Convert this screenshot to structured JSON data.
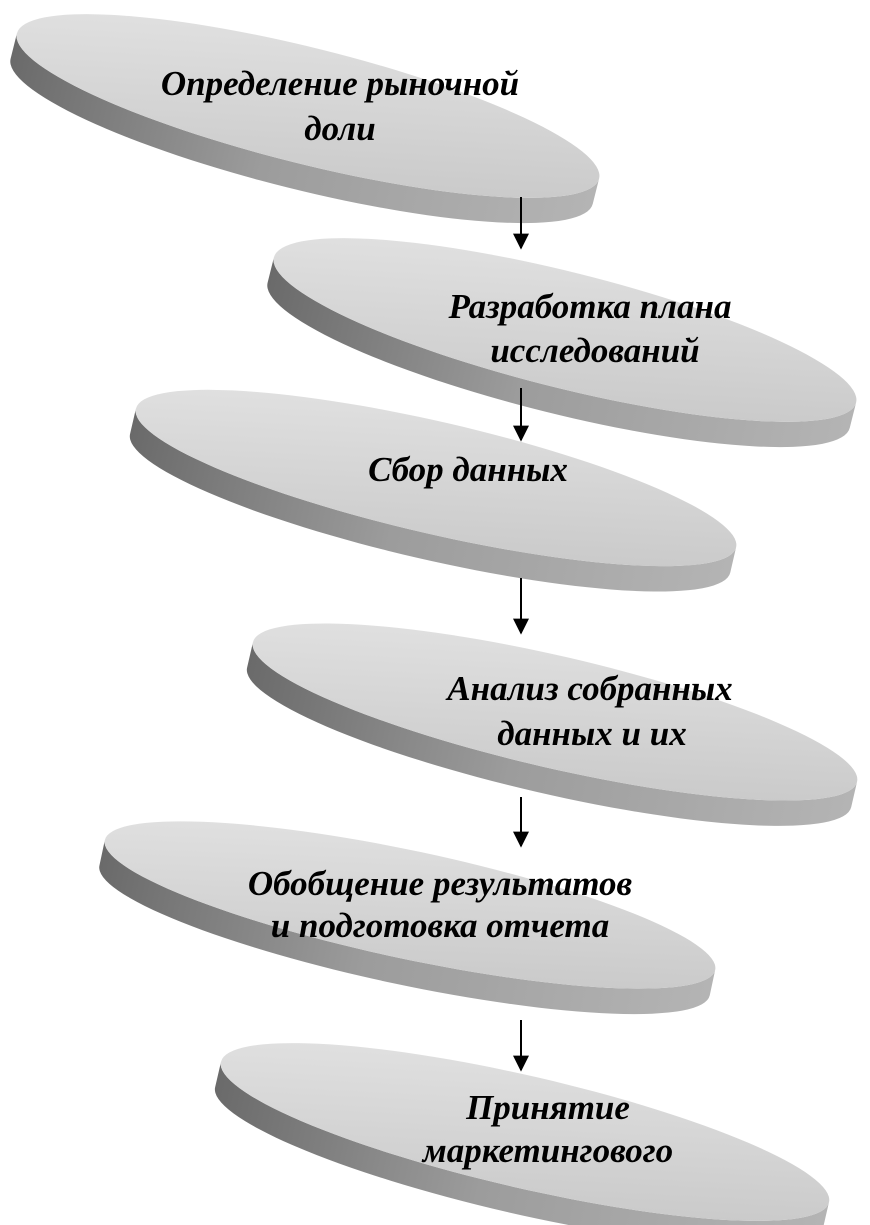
{
  "diagram": {
    "type": "flowchart",
    "direction": "top-to-bottom",
    "colors": {
      "disc_top_light": "#dcdcdc",
      "disc_top_dark": "#c4c4c4",
      "disc_side_light": "#a8a8a8",
      "disc_side_dark": "#5e5e5e",
      "arrow": "#000000",
      "text": "#000000"
    },
    "steps": [
      {
        "lines": [
          "Определение рыночной",
          "доли"
        ]
      },
      {
        "lines": [
          "Разработка плана",
          "исследований"
        ]
      },
      {
        "lines": [
          "Сбор данных"
        ]
      },
      {
        "lines": [
          "Анализ собранных",
          "данных и их"
        ]
      },
      {
        "lines": [
          "Обобщение результатов",
          "и подготовка отчета"
        ]
      },
      {
        "lines": [
          "Принятие",
          "маркетингового"
        ]
      }
    ],
    "connections": [
      {
        "from": 0,
        "to": 1
      },
      {
        "from": 1,
        "to": 2
      },
      {
        "from": 2,
        "to": 3
      },
      {
        "from": 3,
        "to": 4
      },
      {
        "from": 4,
        "to": 5
      }
    ]
  }
}
